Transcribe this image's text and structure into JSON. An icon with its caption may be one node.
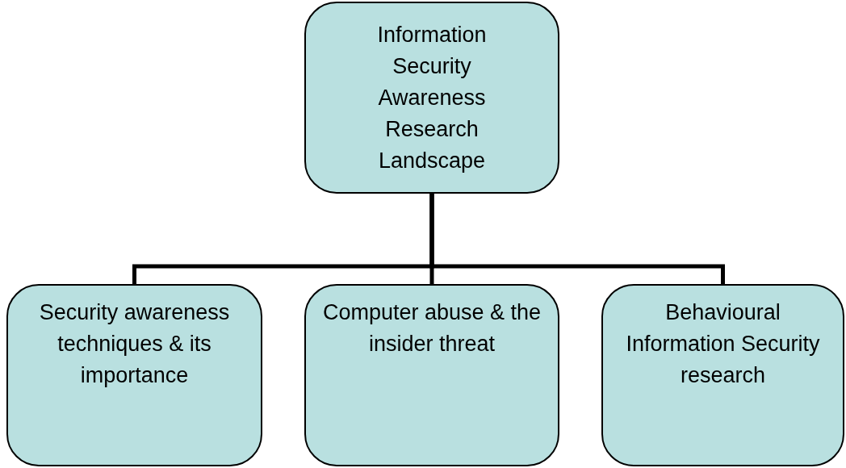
{
  "diagram": {
    "nodes": [
      {
        "text": [
          "Information Security Awareness Research Landscape"
        ]
      },
      {
        "text": [
          "Security awareness techniques & its importance"
        ]
      },
      {
        "text": [
          "Computer abuse & the insider threat"
        ]
      },
      {
        "text": [
          "Behavioural Information Security research"
        ]
      }
    ],
    "edges": [
      {
        "from": 0,
        "to": 1,
        "arrow": "none"
      },
      {
        "from": 0,
        "to": 2,
        "arrow": "none"
      },
      {
        "from": 0,
        "to": 3,
        "arrow": "none"
      }
    ]
  }
}
